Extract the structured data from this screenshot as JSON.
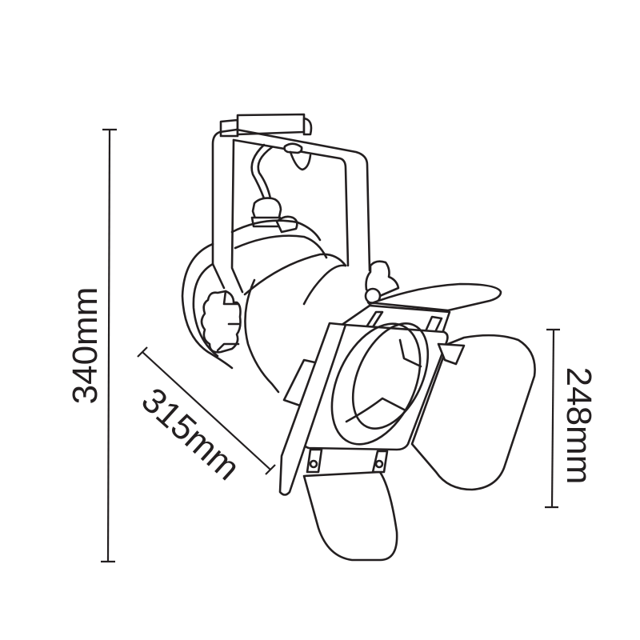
{
  "drawing": {
    "subject": "track spotlight with barn doors",
    "line_color": "#231f20",
    "background": "#ffffff"
  },
  "dimensions": {
    "height": {
      "label": "340mm",
      "value": 340,
      "unit": "mm",
      "orientation": "vertical-left"
    },
    "depth": {
      "label": "315mm",
      "value": 315,
      "unit": "mm",
      "orientation": "diagonal"
    },
    "width": {
      "label": "248mm",
      "value": 248,
      "unit": "mm",
      "orientation": "vertical-right"
    }
  }
}
